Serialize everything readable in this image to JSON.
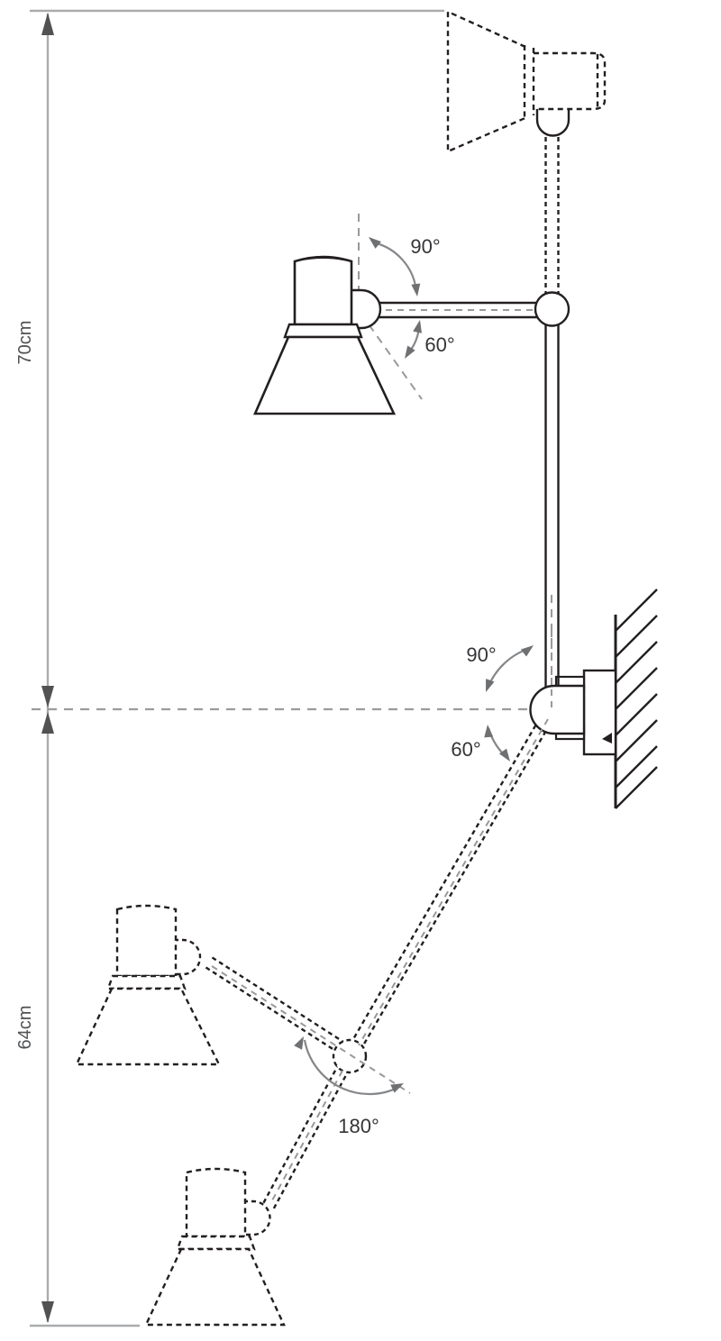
{
  "labels": {
    "dim_upper": "70cm",
    "dim_lower": "64cm",
    "angle_head_up": "90°",
    "angle_head_down": "60°",
    "angle_wall_up": "90°",
    "angle_wall_down": "60°",
    "angle_elbow_range": "180°"
  },
  "colors": {
    "linework": "#231f20",
    "annotation_arc": "#85878a",
    "annotation_arrow": "#6e7072",
    "annotation_text": "#353538",
    "dimension_line": "#a9abad",
    "dimension_text": "#515254",
    "centerline": "#98999c",
    "background": "#ffffff"
  }
}
